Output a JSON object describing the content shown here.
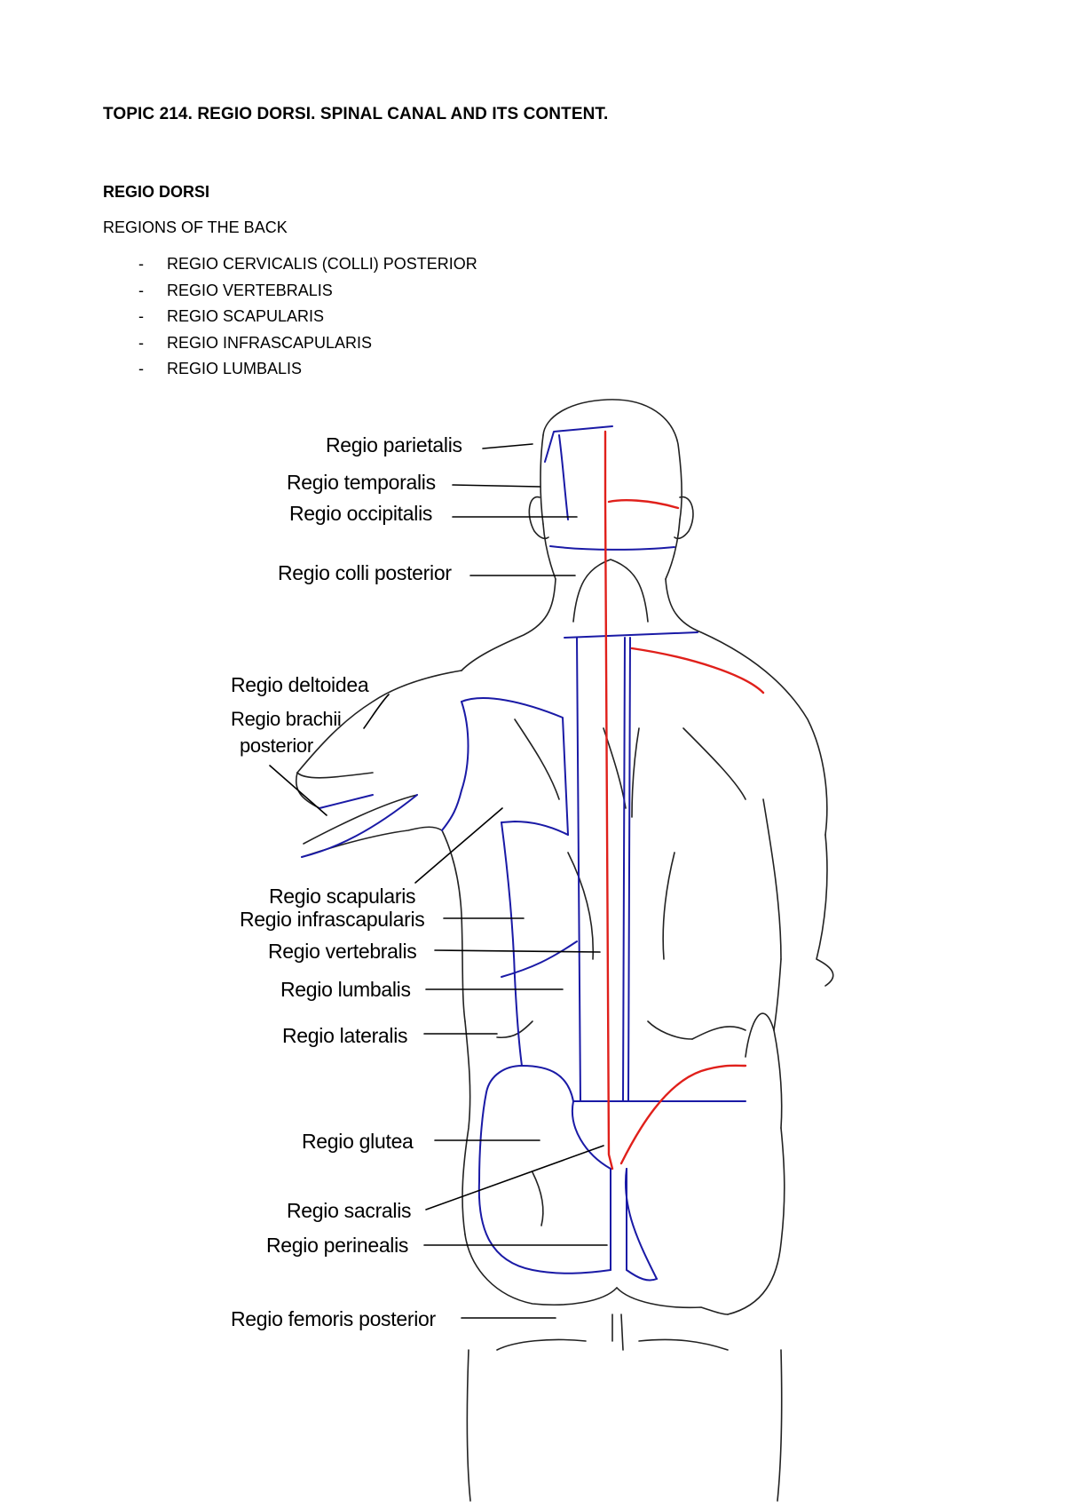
{
  "document": {
    "title": "TOPIC 214. REGIO DORSI. SPINAL CANAL AND ITS CONTENT.",
    "section_heading": "REGIO DORSI",
    "subheading": "REGIONS OF THE BACK",
    "list_marker": "-",
    "regions": [
      "REGIO CERVICALIS (COLLI) POSTERIOR",
      "REGIO VERTEBRALIS",
      "REGIO SCAPULARIS",
      "REGIO INFRASCAPULARIS",
      "REGIO LUMBALIS"
    ]
  },
  "figure": {
    "labels": {
      "parietalis": "Regio parietalis",
      "temporalis": "Regio temporalis",
      "occipitalis": "Regio occipitalis",
      "colli_posterior": "Regio colli posterior",
      "deltoidea": "Regio deltoidea",
      "brachii_line1": "Regio brachii",
      "brachii_line2": "posterior",
      "scapularis": "Regio scapularis",
      "infrascapularis": "Regio infrascapularis",
      "vertebralis": "Regio vertebralis",
      "lumbalis": "Regio lumbalis",
      "lateralis": "Regio lateralis",
      "glutea": "Regio glutea",
      "sacralis": "Regio sacralis",
      "perinealis": "Regio perinealis",
      "femoris_posterior": "Regio femoris posterior"
    },
    "colors": {
      "outline": "#222222",
      "region_border": "#1a1aa6",
      "midline": "#e0201b"
    }
  }
}
